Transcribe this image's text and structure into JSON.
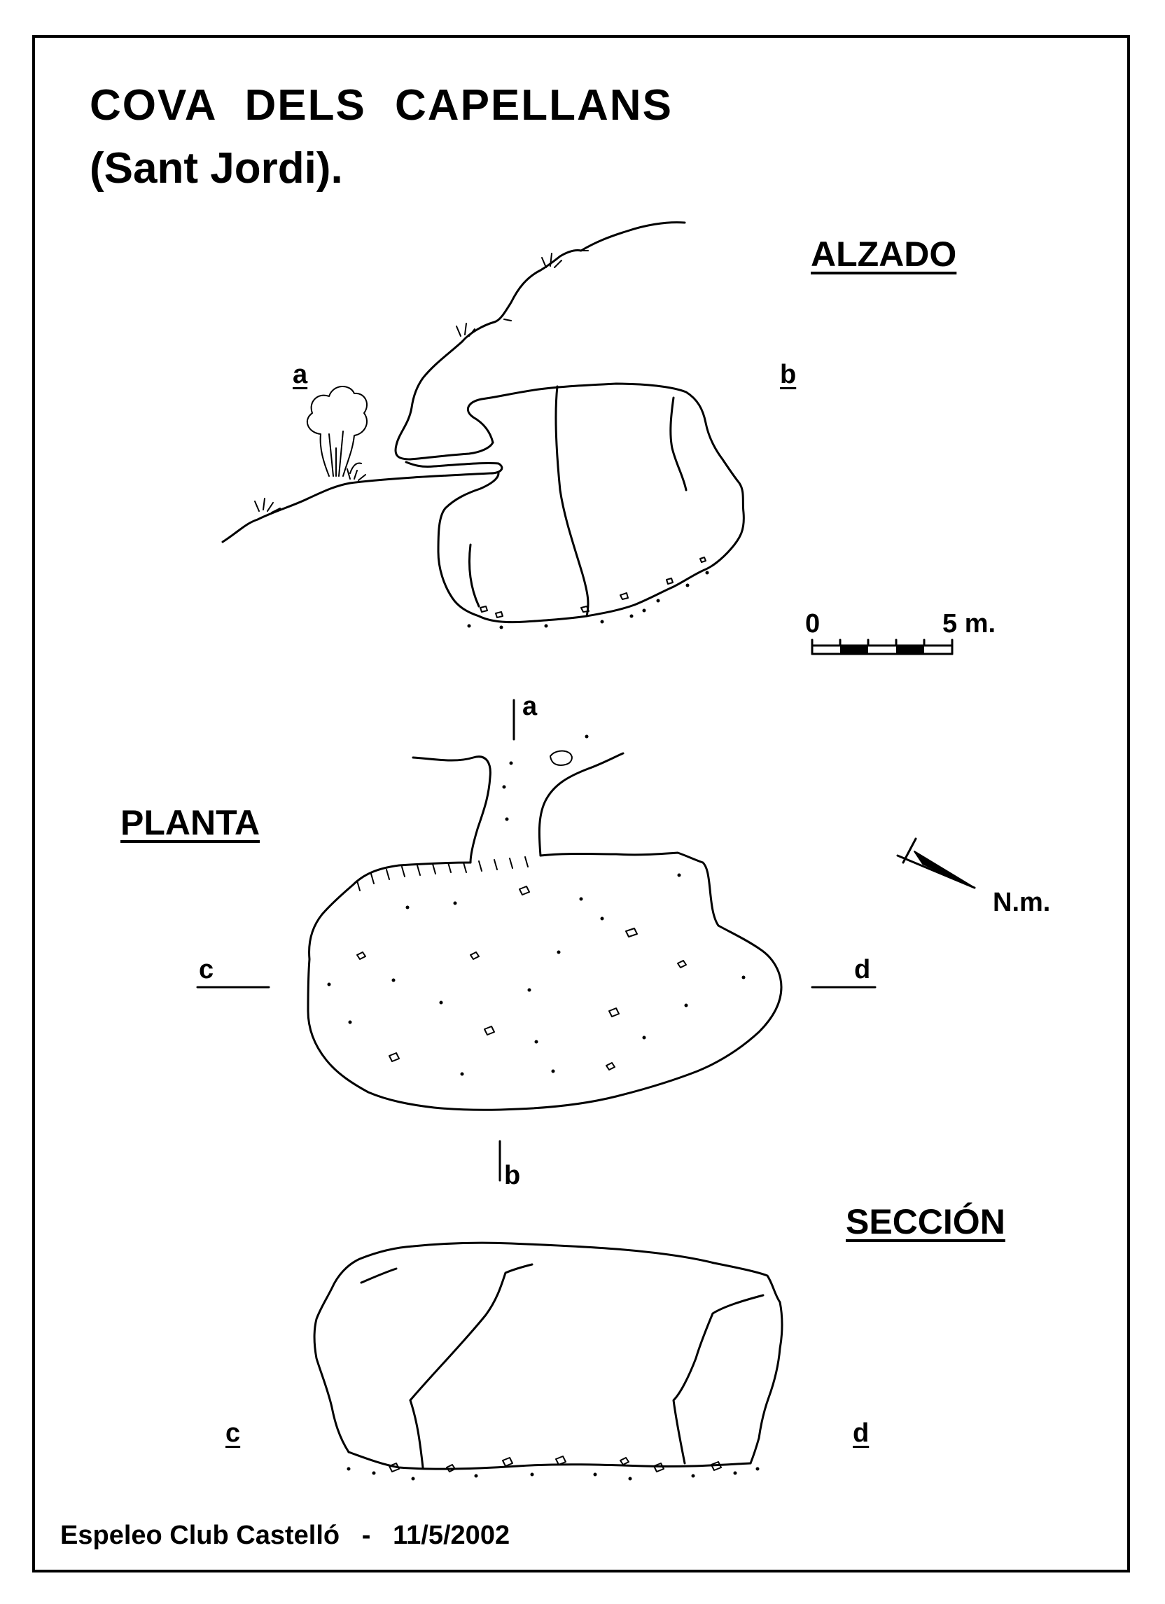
{
  "title": {
    "line1": "COVA DELS CAPELLANS",
    "line2": "(Sant Jordi)."
  },
  "sections": {
    "alzado": "ALZADO",
    "planta": "PLANTA",
    "seccion": "SECCIÓN"
  },
  "points": {
    "alzado_a": "a",
    "alzado_b": "b",
    "planta_a": "a",
    "planta_b": "b",
    "planta_c": "c",
    "planta_d": "d",
    "seccion_c": "c",
    "seccion_d": "d"
  },
  "scale_bar": {
    "start": "0",
    "end": "5 m."
  },
  "north": {
    "label": "N.m."
  },
  "footer": {
    "club": "Espeleo Club Castelló",
    "separator": "-",
    "date": "11/5/2002"
  }
}
